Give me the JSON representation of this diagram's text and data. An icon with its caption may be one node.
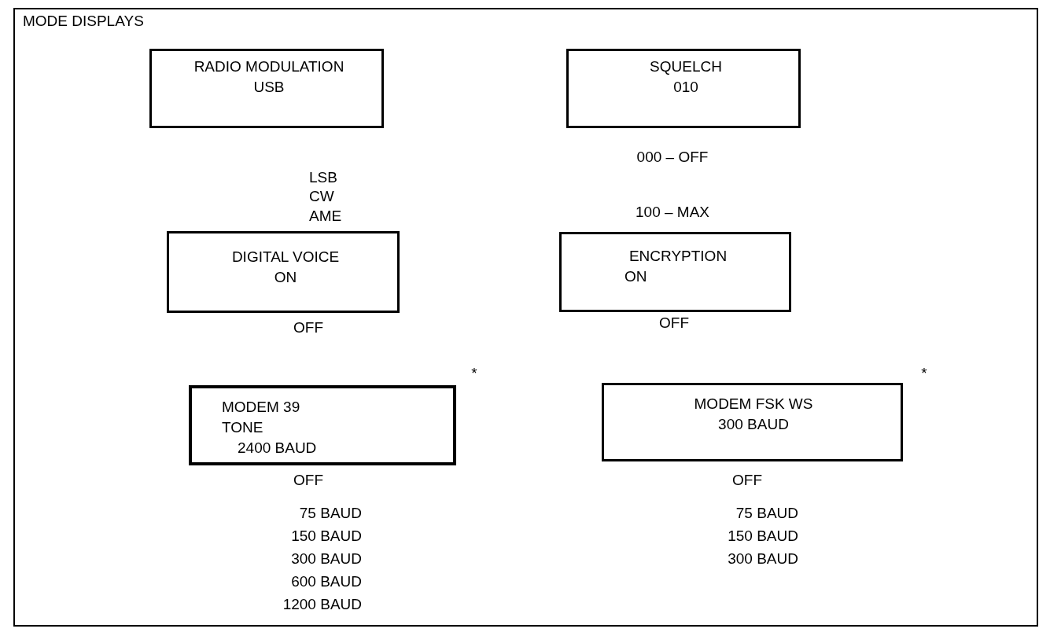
{
  "diagram": {
    "nodes": [
      {
        "text": [
          "MODE DISPLAYS"
        ]
      },
      {
        "text": [
          "RADIO MODULATION",
          "USB"
        ],
        "in": 0,
        "beside": [
          "LSB",
          "CW",
          "AME"
        ]
      },
      {
        "text": [
          "SQUELCH",
          "010"
        ],
        "in": 0,
        "beside": [
          "000 – OFF"
        ]
      },
      {
        "text": [
          "DIGITAL VOICE",
          "ON"
        ],
        "in": 0,
        "beside": [
          "OFF"
        ]
      },
      {
        "text": [
          "ENCRYPTION",
          "ON"
        ],
        "in": 0,
        "beside": [
          "OFF"
        ]
      },
      {
        "text": [
          "MODEM 39",
          "TONE",
          "2400 BAUD"
        ],
        "in": 0,
        "beside": [
          "*",
          "OFF",
          "75 BAUD",
          "150 BAUD",
          "300 BAUD",
          "600 BAUD",
          "1200 BAUD"
        ]
      },
      {
        "text": [
          "MODEM FSK WS",
          "300 BAUD"
        ],
        "in": 0,
        "beside": [
          "*",
          "OFF",
          "75 BAUD",
          "150 BAUD",
          "300 BAUD"
        ]
      }
    ],
    "labels": [
      "100 – MAX"
    ]
  }
}
